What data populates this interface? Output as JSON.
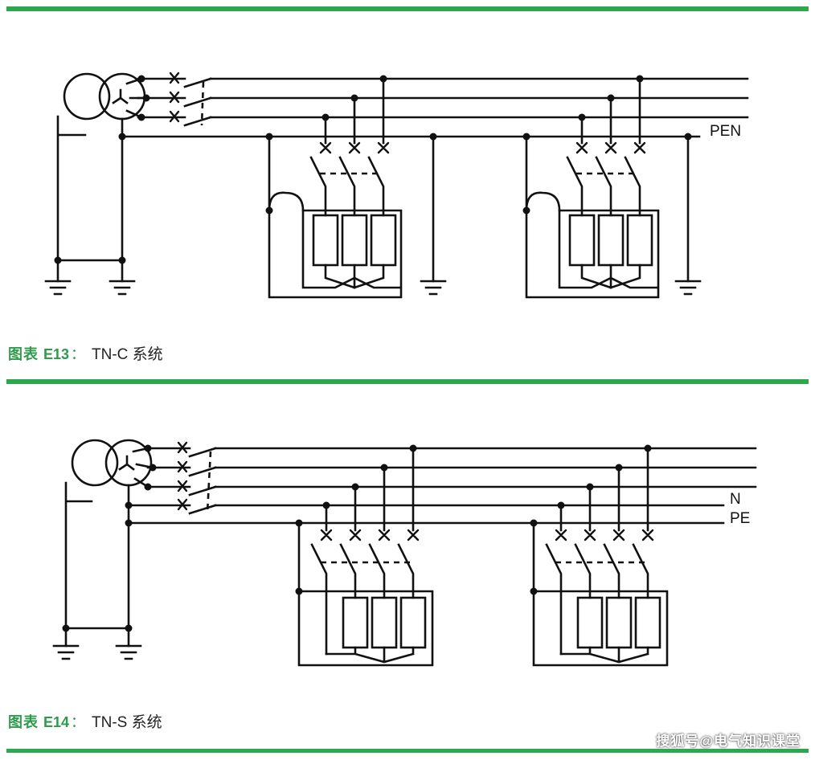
{
  "figure_e13": {
    "prefix": "图表",
    "label": "E13",
    "separator": "：",
    "title": "TN-C 系统",
    "conductor_labels": [
      "PEN"
    ]
  },
  "figure_e14": {
    "prefix": "图表",
    "label": "E14",
    "separator": "：",
    "title": "TN-S 系统",
    "conductor_labels": [
      "N",
      "PE"
    ]
  },
  "watermark": "搜狐号@电气知识课堂",
  "colors": {
    "accent_green": "#2ea84f",
    "line": "#111111",
    "background": "#ffffff"
  }
}
